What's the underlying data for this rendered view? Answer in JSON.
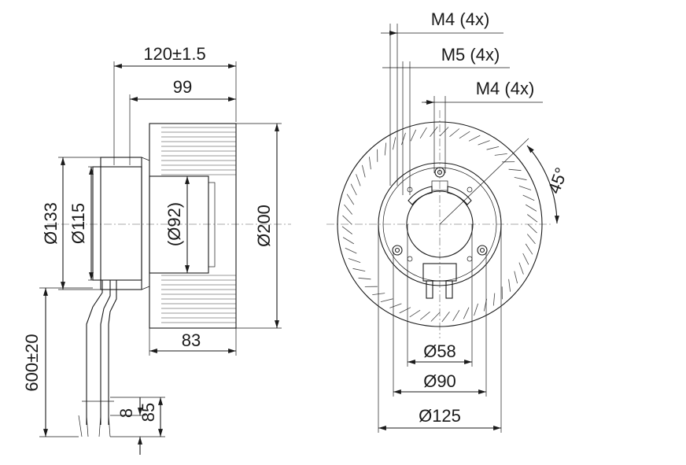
{
  "side_view": {
    "dim_overall_length": "120±1.5",
    "dim_impeller_length": "99",
    "dim_hub_length": "83",
    "dim_motor_outer_dia": "Ø133",
    "dim_motor_dia": "Ø115",
    "dim_inner_dia": "(Ø92)",
    "dim_impeller_dia": "Ø200",
    "dim_cable_length": "600±20",
    "dim_strip_length": "8",
    "dim_strip_total": "85"
  },
  "front_view": {
    "thread_top": "M4 (4x)",
    "thread_mid": "M5 (4x)",
    "thread_low": "M4 (4x)",
    "angle": "45°",
    "dim_hub_small": "Ø58",
    "dim_hub_mid": "Ø90",
    "dim_hub_large": "Ø125"
  },
  "colors": {
    "ink": "#1a1a1a"
  }
}
